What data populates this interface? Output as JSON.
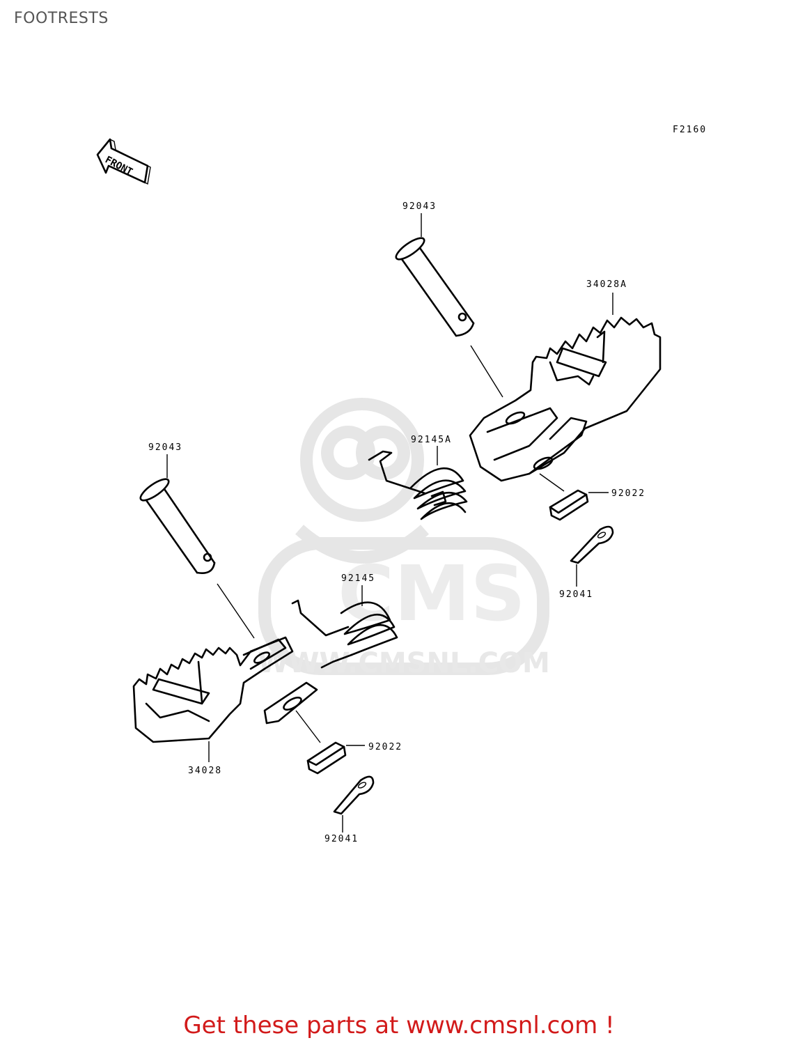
{
  "title": "FOOTRESTS",
  "figure_code": "F2160",
  "front_label": "FRONT",
  "watermark": {
    "text": "WWW.CMSNL.COM",
    "logo_text": "CMS"
  },
  "parts": [
    {
      "id": "92043",
      "label": "92043"
    },
    {
      "id": "92043-left",
      "label": "92043"
    },
    {
      "id": "34028A",
      "label": "34028A"
    },
    {
      "id": "92145A",
      "label": "92145A"
    },
    {
      "id": "92022",
      "label": "92022"
    },
    {
      "id": "92041",
      "label": "92041"
    },
    {
      "id": "92145",
      "label": "92145"
    },
    {
      "id": "92022-left",
      "label": "92022"
    },
    {
      "id": "34028",
      "label": "34028"
    },
    {
      "id": "92041-left",
      "label": "92041"
    }
  ],
  "footer": "Get these parts at www.cmsnl.com !",
  "colors": {
    "footer": "#d21a1a",
    "title": "#555555",
    "watermark": "#e6e6e6"
  }
}
